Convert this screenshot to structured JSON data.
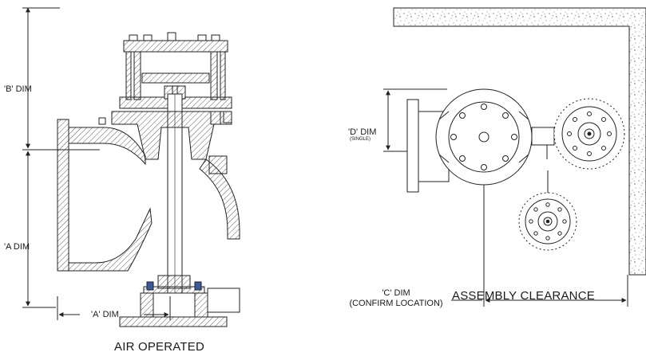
{
  "left_view": {
    "caption": "AIR OPERATED",
    "dim_b": "'B' DIM",
    "dim_a_vertical": "'A DIM",
    "dim_a_horizontal": "'A' DIM"
  },
  "right_view": {
    "caption": "ASSEMBLY CLEARANCE",
    "dim_d": "'D' DIM",
    "dim_d_note": "(SINGLE)",
    "dim_c": "'C' DIM",
    "dim_c_note": "(CONFIRM LOCATION)"
  }
}
